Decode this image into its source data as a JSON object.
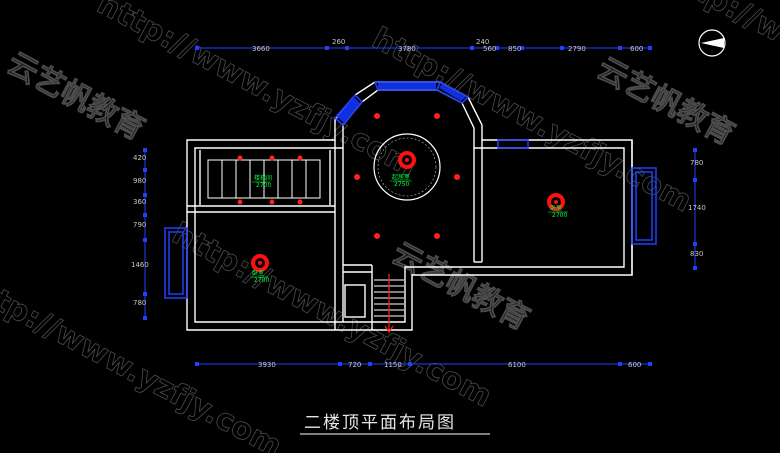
{
  "drawing": {
    "title": "二楼顶平面布局图",
    "background": "#000000",
    "wall_color": "#ffffff",
    "dimension_color": "#2040ff",
    "fixture_color": "#ff2020",
    "label_color": "#00ff40"
  },
  "dimensions": {
    "top": [
      "3660",
      "260",
      "3780",
      "240",
      "560",
      "850",
      "2790",
      "600"
    ],
    "bottom": [
      "3930",
      "720",
      "1150",
      "6100",
      "600"
    ],
    "left": [
      "420",
      "980",
      "360",
      "790",
      "1460",
      "780"
    ],
    "right": [
      "780",
      "1740",
      "830"
    ]
  },
  "rooms": [
    {
      "name": "楼梯间",
      "height": "2700"
    },
    {
      "name": "卧室",
      "height": "2700"
    },
    {
      "name": "起居室",
      "height": "2750"
    },
    {
      "name": "卧室",
      "height": "2700"
    }
  ],
  "watermarks": {
    "url": "http://www.yzfjy.com",
    "brand": "云艺帆教育"
  },
  "compass": {
    "icon": "north-arrow-icon"
  }
}
